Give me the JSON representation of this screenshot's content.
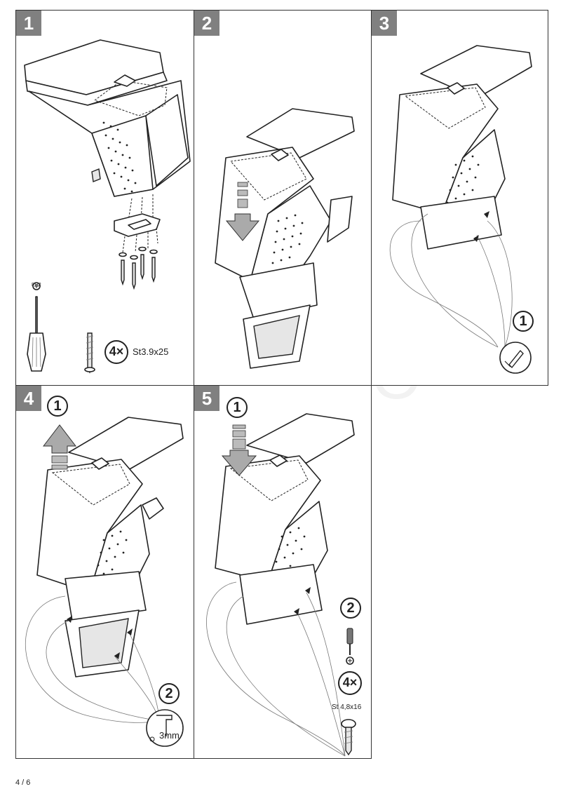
{
  "watermark": "AG AUTO",
  "page_number": "4 / 6",
  "panels": [
    {
      "step": "1",
      "tool_label": "PH2",
      "screw_qty": "4×",
      "screw_spec": "St3.9x25"
    },
    {
      "step": "2"
    },
    {
      "step": "3",
      "sub_steps": [
        "1"
      ]
    },
    {
      "step": "4",
      "sub_steps": [
        "1",
        "2"
      ],
      "drill_label": "3mm"
    },
    {
      "step": "5",
      "sub_steps": [
        "1",
        "2"
      ],
      "screw_qty": "4×",
      "screw_spec": "St 4,8x16"
    }
  ]
}
